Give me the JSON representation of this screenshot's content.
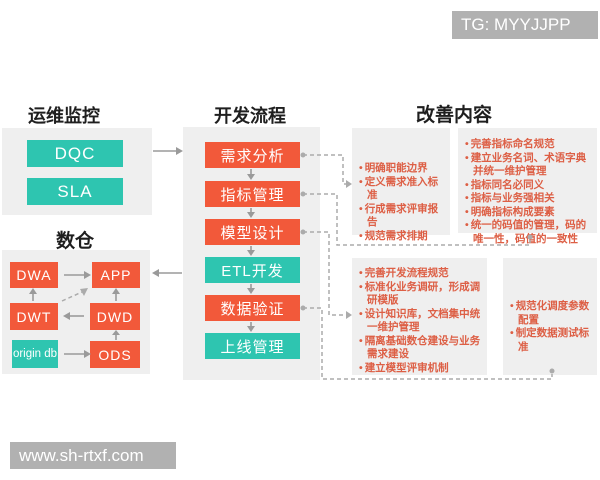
{
  "badges": {
    "tg": "TG: MYYJJPP",
    "site": "www.sh-rtxf.com"
  },
  "ops": {
    "title": "运维监控",
    "dqc": "DQC",
    "sla": "SLA"
  },
  "flow": {
    "title": "开发流程",
    "steps": [
      {
        "label": "需求分析",
        "color": "orange"
      },
      {
        "label": "指标管理",
        "color": "orange"
      },
      {
        "label": "模型设计",
        "color": "orange"
      },
      {
        "label": "ETL开发",
        "color": "teal"
      },
      {
        "label": "数据验证",
        "color": "orange"
      },
      {
        "label": "上线管理",
        "color": "teal"
      }
    ]
  },
  "dw": {
    "title": "数仓",
    "nodes": [
      {
        "id": "dwa",
        "label": "DWA",
        "color": "orange"
      },
      {
        "id": "app",
        "label": "APP",
        "color": "orange"
      },
      {
        "id": "dwt",
        "label": "DWT",
        "color": "orange"
      },
      {
        "id": "dwd",
        "label": "DWD",
        "color": "orange"
      },
      {
        "id": "origin-db",
        "label": "origin db",
        "color": "teal"
      },
      {
        "id": "ods",
        "label": "ODS",
        "color": "orange"
      }
    ]
  },
  "improve": {
    "title": "改善内容",
    "panels": [
      {
        "id": "requirements",
        "items": [
          "明确职能边界",
          "定义需求准入标准",
          "行成需求评审报告",
          "规范需求排期"
        ]
      },
      {
        "id": "indicators",
        "items": [
          "完善指标命名规范",
          "建立业务名词、术语字典并统一维护管理",
          "指标同名必同义",
          "指标与业务强相关",
          "明确指标构成要素",
          "统一的码值的管理，码的唯一性，码值的一致性"
        ]
      },
      {
        "id": "process",
        "items": [
          "完善开发流程规范",
          "标准化业务调研，形成调研模版",
          "设计知识库，文档集中统一维护管理",
          "隔离基础数仓建设与业务需求建设",
          "建立模型评审机制"
        ]
      },
      {
        "id": "scheduling",
        "items": [
          "规范化调度参数配置",
          "制定数据测试标准"
        ]
      }
    ]
  },
  "colors": {
    "orange": "#f2593a",
    "teal": "#2ec5b0",
    "panel_bg": "#efefef",
    "bullet": "#dd5f45",
    "arrow": "#9a9a9a",
    "dashed": "#ababab",
    "badge_bg": "#b1b1b1",
    "heading": "#1f1f1f"
  }
}
